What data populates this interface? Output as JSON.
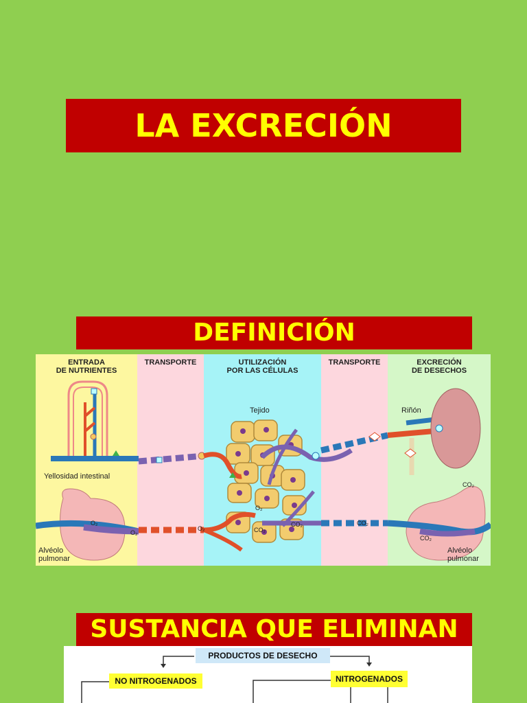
{
  "slide": {
    "title": "LA EXCRECIÓN",
    "definition_heading": "DEFINICIÓN",
    "substances_heading": "SUSTANCIA QUE ELIMINAN"
  },
  "diagram": {
    "columns": [
      {
        "title": "ENTRADA\nDE NUTRIENTES",
        "color": "#fdf7a0"
      },
      {
        "title": "TRANSPORTE",
        "color": "#fdd7de"
      },
      {
        "title": "UTILIZACIÓN\nPOR LAS CÉLULAS",
        "color": "#a6f3f7"
      },
      {
        "title": "TRANSPORTE",
        "color": "#fdd7de"
      },
      {
        "title": "EXCRECIÓN\nDE DESECHOS",
        "color": "#d5f7c8"
      }
    ],
    "labels": {
      "villus": "Yellosidad intestinal",
      "alveolus_left": "Alvéolo\npulmonar",
      "tissue": "Tejido",
      "kidney": "Riñón",
      "co2_top": "CO₂",
      "alveolus_right": "Alvéolo\npulmonar",
      "o2_a": "O₂",
      "o2_b": "O₂",
      "o2_c": "O₂",
      "o2_d": "O₂",
      "co2_a": "CO₂",
      "co2_b": "CO₂",
      "co2_c": "CO₂",
      "co2_d": "CO₂"
    },
    "colors": {
      "artery": "#e0502a",
      "vein": "#2a78b8",
      "cell": "#f2cc6e",
      "nucleus": "#7a3a8c",
      "alveolus": "#f4b7b7",
      "kidney": "#d99898"
    }
  },
  "flowchart": {
    "root": "PRODUCTOS DE DESECHO",
    "left": "NO NITROGENADOS",
    "right": "NITROGENADOS",
    "colors": {
      "root_bg": "#cfe8f8",
      "leaf_bg": "#ffff33"
    }
  }
}
